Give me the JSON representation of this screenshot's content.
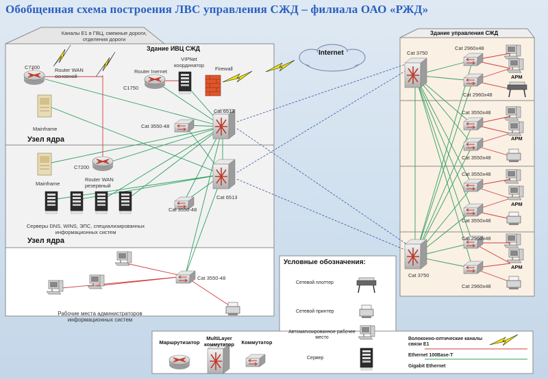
{
  "title": "Обобщенная схема построения ЛВС управления СЖД – филиала ОАО «РЖД»",
  "ivc_building": {
    "name": "Здание ИВЦ СЖД",
    "e1_channels": "Каналы Е1 в ГВЦ, смежные дороги, отделения дороги",
    "c7200_top": "C7200",
    "router_wan_main": "Router WAN основной",
    "router_internet": "Router Inernet",
    "c1750": "C1750",
    "vipnet": "VIPNet координатор",
    "firewall": "Firewall",
    "internet": "Internet",
    "mainframe_top": "Mainframe",
    "cat6513_top": "Cat 6513",
    "cat3550_top": "Cat 3550-48",
    "core_node_1": "Узел ядра",
    "mainframe_mid": "Mainframe",
    "c7200_mid": "C7200",
    "router_wan_reserve": "Router WAN резервный",
    "cat6513_mid": "Cat 6513",
    "cat3550_mid": "Cat 3550-48",
    "servers": "Серверы DNS, WINS, ЭПС, специализированных информационных систем",
    "core_node_2": "Узел ядра",
    "cat3550_bottom": "Cat 3550-48",
    "admin_ws": "Рабочие места администраторов информационных систем"
  },
  "management_building": {
    "name": "Здание управления СЖД",
    "cat3750_top": "Cat 3750",
    "cat3750_bottom": "Cat 3750",
    "cat2960_1": "Cat 2960x48",
    "cat2960_2": "Cat 2960x48",
    "cat3550_1": "Cat 3550x48",
    "cat3550_2": "Cat 3550x48",
    "cat3550_3": "Cat 3550x48",
    "cat3550_4": "Cat 3550x48",
    "cat2960_3": "Cat 2960x48",
    "cat2960_4": "Cat 2960x48",
    "arm": "АРМ"
  },
  "legend": {
    "title": "Условные обозначения:",
    "plotter": "Сетевой плоттер",
    "printer": "Сетевой принтер",
    "workstation": "Автоматизированное рабочее место",
    "server": "Сервер",
    "router": "Маршрутизатор",
    "multilayer": "MultiLayer коммутатор",
    "switch": "Коммутатор",
    "fiber": "Волоконно-оптические каналы связи Е1",
    "ethernet100": "Ethernet 100Base-T",
    "gigabit": "Gigabit Ethernet"
  },
  "colors": {
    "title": "#2a5fbf",
    "gigabit": "#2e9e5e",
    "ethernet100": "#d23b3b",
    "fiber": "#3050a0",
    "lightning": "#f5e600"
  }
}
